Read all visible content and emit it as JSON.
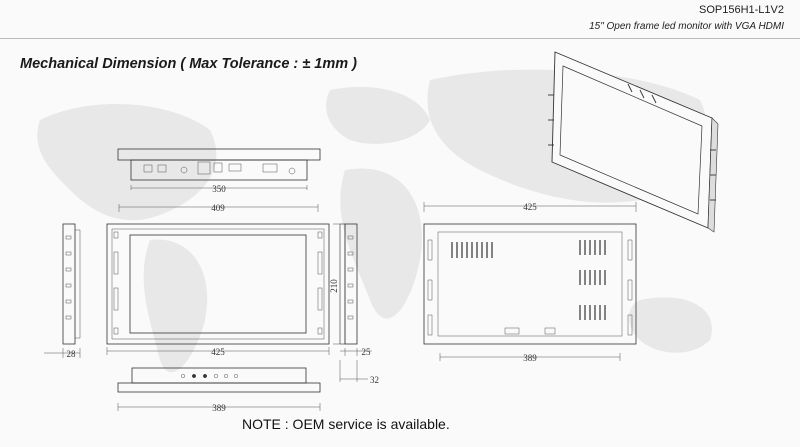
{
  "header": {
    "model": "SOP156H1-L1V2",
    "description": "15\" Open frame led monitor with VGA HDMI"
  },
  "title": "Mechanical Dimension ( Max Tolerance : ± 1mm )",
  "note": "NOTE : OEM service is available.",
  "dimensions": {
    "top_width": "350",
    "front_inner_width": "409",
    "front_outer_width": "425",
    "front_height": "210",
    "left_depth": "28",
    "right_depth": "25",
    "right_depth_total": "32",
    "bottom_width": "389",
    "rear_width": "425",
    "rear_bottom_width": "389"
  },
  "colors": {
    "line": "#333333",
    "map": "#e9e9e9",
    "background": "#fafafa"
  }
}
